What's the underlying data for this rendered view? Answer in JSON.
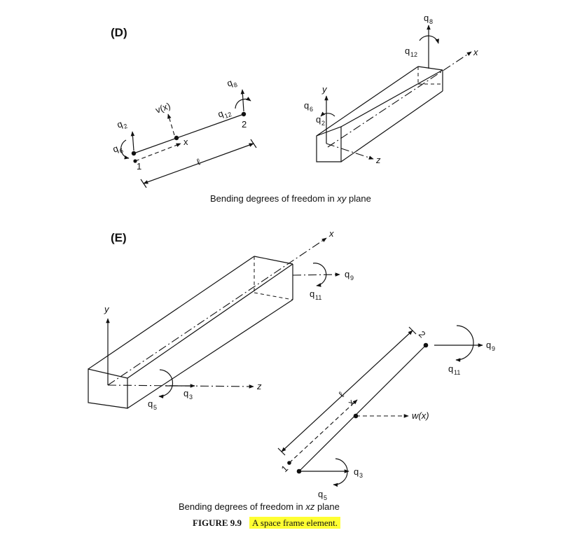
{
  "panels": {
    "d": "(D)",
    "e": "(E)"
  },
  "captions": {
    "xy_prefix": "Bending degrees of freedom in ",
    "xy_plane": "xy",
    "xy_suffix": " plane",
    "xz_prefix": "Bending degrees of freedom in ",
    "xz_plane": "xz",
    "xz_suffix": " plane"
  },
  "figure": {
    "number": "FIGURE 9.9",
    "title": "A space frame element.",
    "highlight_color": "#ffff33"
  },
  "labels": {
    "q": "q",
    "x": "x",
    "y": "y",
    "z": "z",
    "vx": "v(x)",
    "wx": "w(x)",
    "ell": "ℓ",
    "node1": "1",
    "node2": "2",
    "s2": "2",
    "s3": "3",
    "s5": "5",
    "s6": "6",
    "s8": "8",
    "s9": "9",
    "s11": "11",
    "s12": "12"
  }
}
